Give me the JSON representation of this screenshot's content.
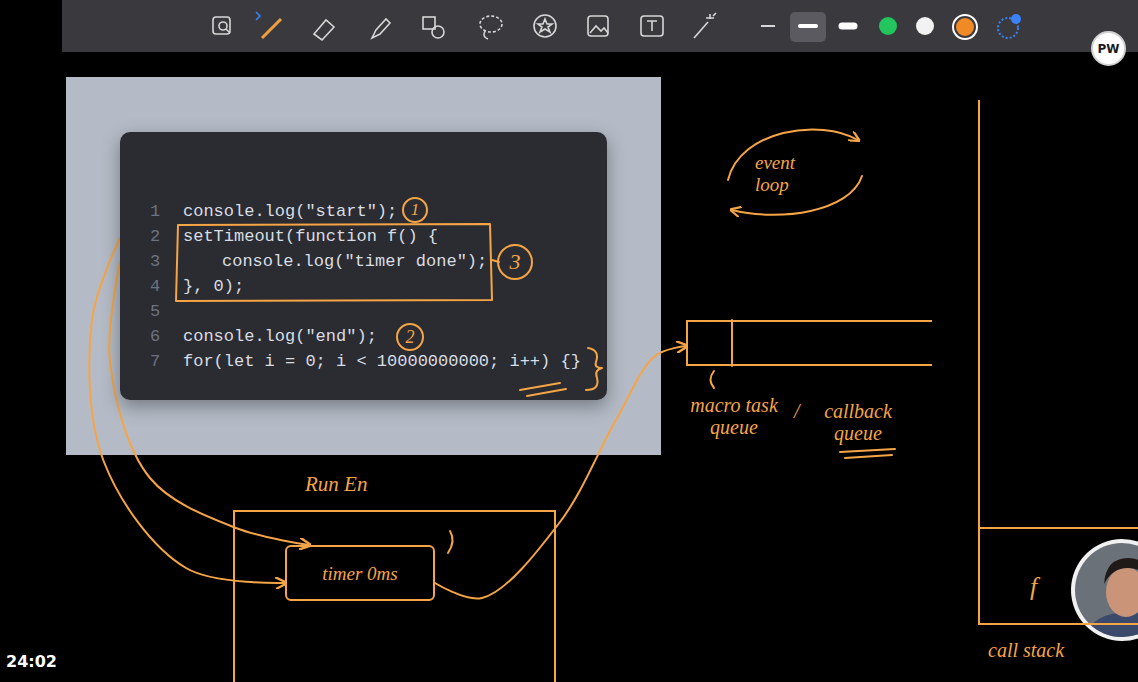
{
  "diagram": {
    "nodes": [
      {
        "text": [
          "PW"
        ]
      },
      {
        "text": [
          "1",
          "console.log(\"start\");",
          "2",
          "setTimeout(function f() {",
          "3",
          "console.log(\"timer done\");",
          "4",
          "}, 0);",
          "5",
          "6",
          "console.log(\"end\");",
          "7",
          "for(let i = 0; i < 10000000000; i++) {}"
        ]
      },
      {
        "text": [
          "1"
        ],
        "in": 1
      },
      {
        "text": [
          "3"
        ],
        "in": 1
      },
      {
        "text": [
          "2"
        ],
        "in": 1
      },
      {
        "text": [
          "macro task queue",
          "/",
          "callback queue"
        ]
      },
      {
        "text": [
          "Run En"
        ]
      },
      {
        "text": [
          "timer 0ms"
        ],
        "in": 6
      },
      {
        "text": [
          "call stack"
        ]
      },
      {
        "text": [
          "f"
        ],
        "in": 8
      }
    ],
    "edges": [
      {
        "from": 1,
        "to": 7,
        "arrow": "to"
      },
      {
        "from": 1,
        "to": 7,
        "arrow": "to"
      },
      {
        "from": 7,
        "to": 5,
        "arrow": "to"
      }
    ],
    "labels": [
      "event loop",
      "24:02"
    ]
  }
}
